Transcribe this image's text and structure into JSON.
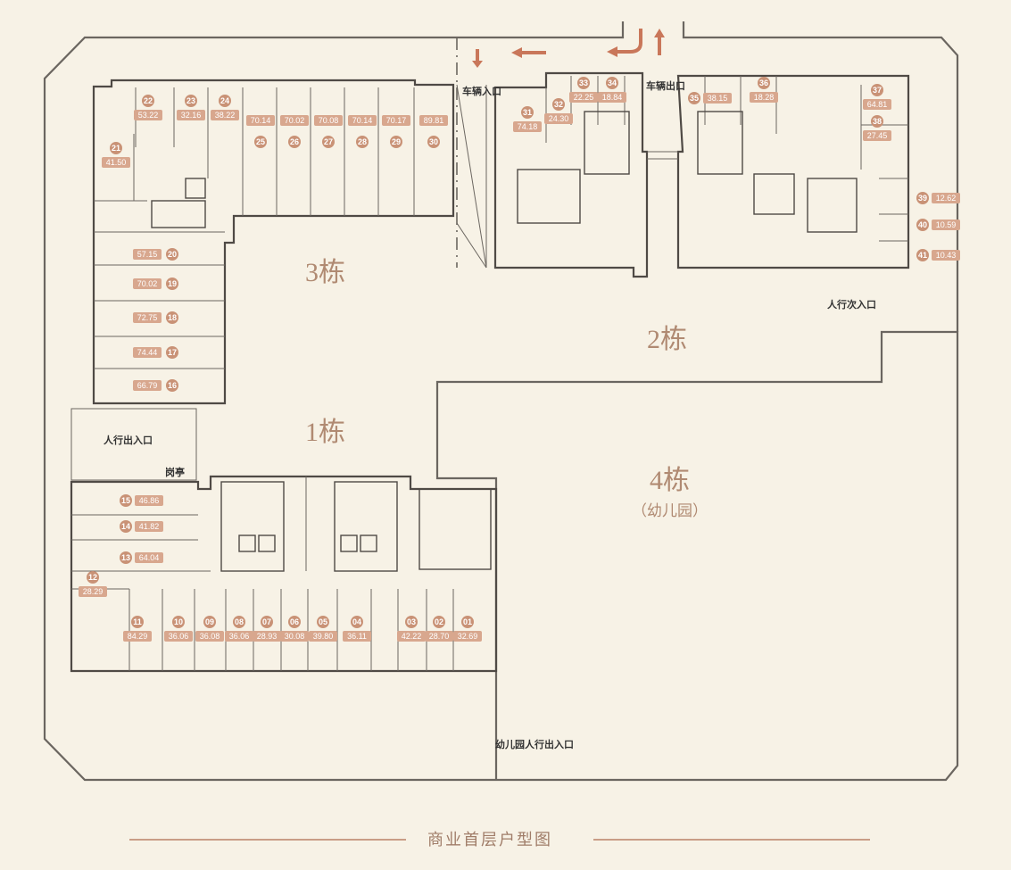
{
  "title": "商业首层户型图",
  "buildings": [
    {
      "id": "b1",
      "label": "1栋"
    },
    {
      "id": "b2",
      "label": "2栋"
    },
    {
      "id": "b3",
      "label": "3栋"
    },
    {
      "id": "b4",
      "label": "4栋",
      "sub": "（幼儿园）"
    }
  ],
  "labels": {
    "vehicle_entry": "车辆入口",
    "vehicle_exit": "车辆出口",
    "ped_main": "人行出入口",
    "pavilion": "岗亭",
    "ped_secondary": "人行次入口",
    "kindergarten_entry": "幼儿园人行出入口"
  },
  "shops": [
    {
      "no": "01",
      "area": "32.69"
    },
    {
      "no": "02",
      "area": "28.70"
    },
    {
      "no": "03",
      "area": "42.22"
    },
    {
      "no": "04",
      "area": "36.11"
    },
    {
      "no": "05",
      "area": "39.80"
    },
    {
      "no": "06",
      "area": "30.08"
    },
    {
      "no": "07",
      "area": "28.93"
    },
    {
      "no": "08",
      "area": "36.06"
    },
    {
      "no": "09",
      "area": "36.08"
    },
    {
      "no": "10",
      "area": "36.06"
    },
    {
      "no": "11",
      "area": "84.29"
    },
    {
      "no": "12",
      "area": "28.29"
    },
    {
      "no": "13",
      "area": "64.04"
    },
    {
      "no": "14",
      "area": "41.82"
    },
    {
      "no": "15",
      "area": "46.86"
    },
    {
      "no": "16",
      "area": "66.79"
    },
    {
      "no": "17",
      "area": "74.44"
    },
    {
      "no": "18",
      "area": "72.75"
    },
    {
      "no": "19",
      "area": "70.02"
    },
    {
      "no": "20",
      "area": "57.15"
    },
    {
      "no": "21",
      "area": "41.50"
    },
    {
      "no": "22",
      "area": "53.22"
    },
    {
      "no": "23",
      "area": "32.16"
    },
    {
      "no": "24",
      "area": "38.22"
    },
    {
      "no": "25",
      "area": "70.14"
    },
    {
      "no": "26",
      "area": "70.02"
    },
    {
      "no": "27",
      "area": "70.08"
    },
    {
      "no": "28",
      "area": "70.14"
    },
    {
      "no": "29",
      "area": "70.17"
    },
    {
      "no": "30",
      "area": "89.81"
    },
    {
      "no": "31",
      "area": "74.18"
    },
    {
      "no": "32",
      "area": "24.30"
    },
    {
      "no": "33",
      "area": "22.25"
    },
    {
      "no": "34",
      "area": "18.84"
    },
    {
      "no": "35",
      "area": "38.15"
    },
    {
      "no": "36",
      "area": "18.28"
    },
    {
      "no": "37",
      "area": "64.81"
    },
    {
      "no": "38",
      "area": "27.45"
    },
    {
      "no": "39",
      "area": "12.62"
    },
    {
      "no": "40",
      "area": "10.59"
    },
    {
      "no": "41",
      "area": "10.43"
    }
  ]
}
